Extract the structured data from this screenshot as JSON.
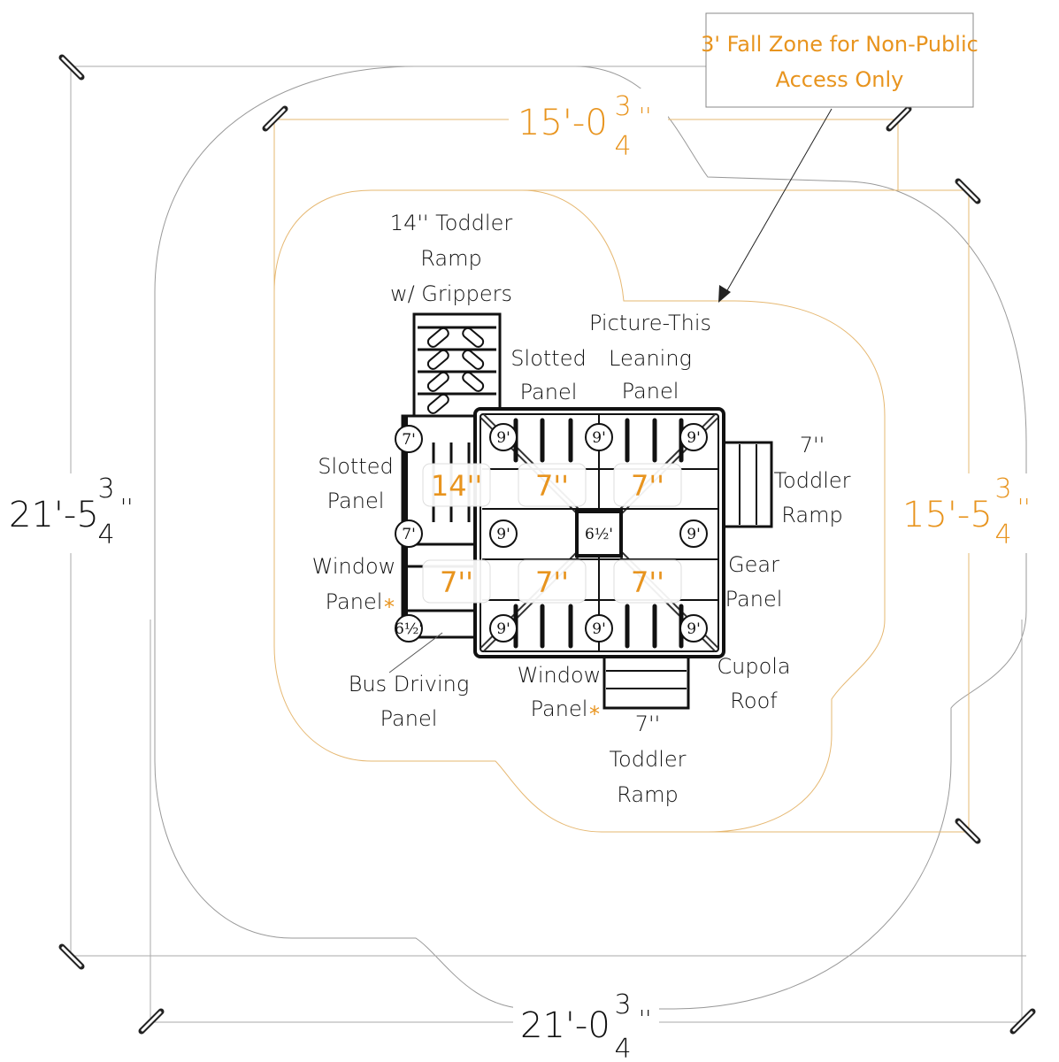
{
  "callout": {
    "line1": "3' Fall Zone for Non-Public",
    "line2": "Access Only"
  },
  "dimensions": {
    "top_orange": {
      "whole": "15'-0",
      "num": "3",
      "den": "4",
      "suffix": "''"
    },
    "right_orange": {
      "whole": "15'-5",
      "num": "3",
      "den": "4",
      "suffix": "''"
    },
    "left_black": {
      "whole": "21'-5",
      "num": "3",
      "den": "4",
      "suffix": "''"
    },
    "bottom_black": {
      "whole": "21'-0",
      "num": "3",
      "den": "4",
      "suffix": "''"
    }
  },
  "labels": {
    "toddler_ramp_14": [
      "14'' Toddler",
      "Ramp",
      "w/  Grippers"
    ],
    "slotted_panel_top": [
      "Slotted",
      "Panel"
    ],
    "picture_this": [
      "Picture-This",
      "Leaning",
      "Panel"
    ],
    "toddler_ramp_right": [
      "7''",
      "Toddler",
      "Ramp"
    ],
    "slotted_panel_left": [
      "Slotted",
      "Panel"
    ],
    "window_panel_left": [
      "Window",
      "Panel"
    ],
    "gear_panel": [
      "Gear",
      "Panel"
    ],
    "cupola_roof": [
      "Cupola",
      "Roof"
    ],
    "bus_driving": [
      "Bus Driving",
      "Panel"
    ],
    "window_panel_bottom": [
      "Window",
      "Panel"
    ],
    "toddler_ramp_bottom": [
      "7''",
      "Toddler",
      "Ramp"
    ],
    "asterisk": "*"
  },
  "post_heights": [
    "9'",
    "9'",
    "9'",
    "9'",
    "6½'",
    "9'",
    "9'",
    "9'",
    "9'",
    "7'",
    "7'",
    "6½'"
  ],
  "deck_heights": [
    "14''",
    "7''",
    "7''",
    "7''",
    "7''",
    "7''"
  ],
  "colors": {
    "accent": "#e8941e",
    "line": "#111111",
    "zone": "#999999",
    "orange_zone": "#e6b872"
  }
}
